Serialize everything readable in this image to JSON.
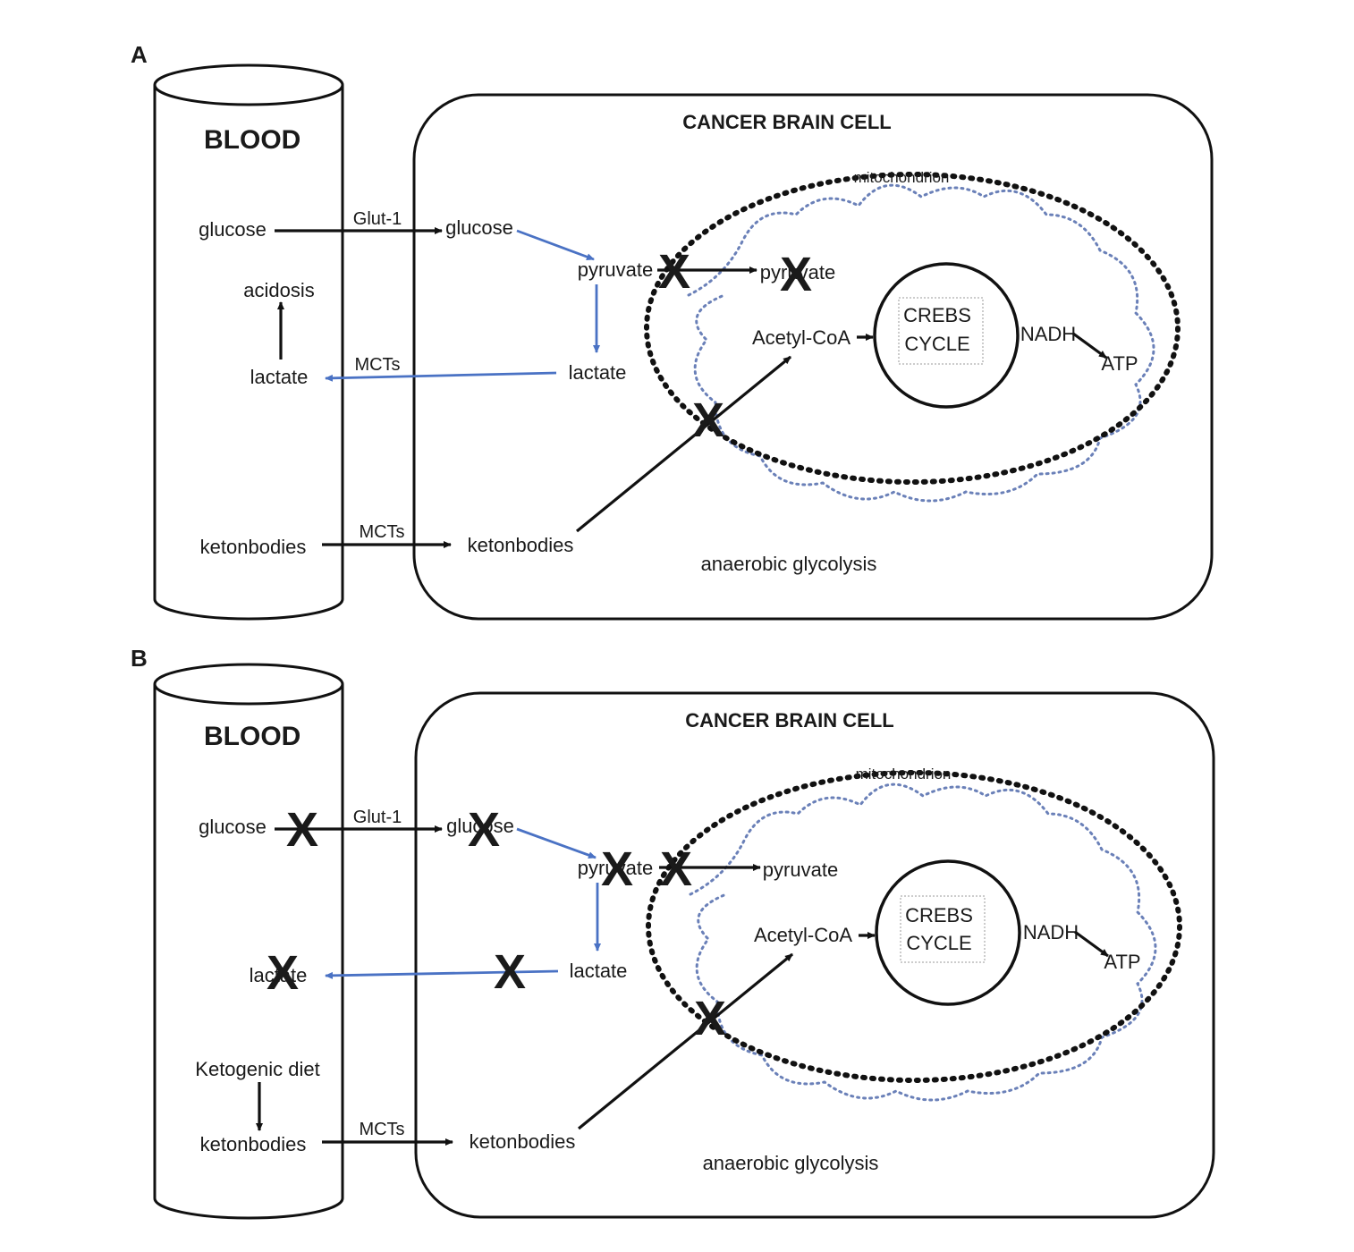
{
  "panels": [
    {
      "letter": "A",
      "blood": "BLOOD",
      "cell_title": "CANCER BRAIN CELL",
      "mitochondrion": "mitochondrion",
      "blood_glucose": "glucose",
      "transporter_glut": "Glut-1",
      "cell_glucose": "glucose",
      "pyruvate": "pyruvate",
      "mito_pyruvate": "pyruvate",
      "acidosis": "acidosis",
      "blood_lactate": "lactate",
      "transporter_mcts_lactate": "MCTs",
      "cell_lactate": "lactate",
      "acetyl_coa": "Acetyl-CoA",
      "krebs_line1": "CREBS",
      "krebs_line2": "CYCLE",
      "nadh": "NADH",
      "atp": "ATP",
      "blood_ketonbodies": "ketonbodies",
      "transporter_mcts_keton": "MCTs",
      "cell_ketonbodies": "ketonbodies",
      "glycolysis": "anaerobic glycolysis",
      "ketogenic_diet": "",
      "block_mark": "X"
    },
    {
      "letter": "B",
      "blood": "BLOOD",
      "cell_title": "CANCER BRAIN CELL",
      "mitochondrion": "mitochondrion",
      "blood_glucose": "glucose",
      "transporter_glut": "Glut-1",
      "cell_glucose": "glucose",
      "pyruvate": "pyruvate",
      "mito_pyruvate": "pyruvate",
      "acidosis": "",
      "blood_lactate": "lactate",
      "transporter_mcts_lactate": "",
      "cell_lactate": "lactate",
      "acetyl_coa": "Acetyl-CoA",
      "krebs_line1": "CREBS",
      "krebs_line2": "CYCLE",
      "nadh": "NADH",
      "atp": "ATP",
      "blood_ketonbodies": "ketonbodies",
      "transporter_mcts_keton": "MCTs",
      "cell_ketonbodies": "ketonbodies",
      "glycolysis": "anaerobic glycolysis",
      "ketogenic_diet": "Ketogenic diet",
      "block_mark": "X"
    }
  ]
}
